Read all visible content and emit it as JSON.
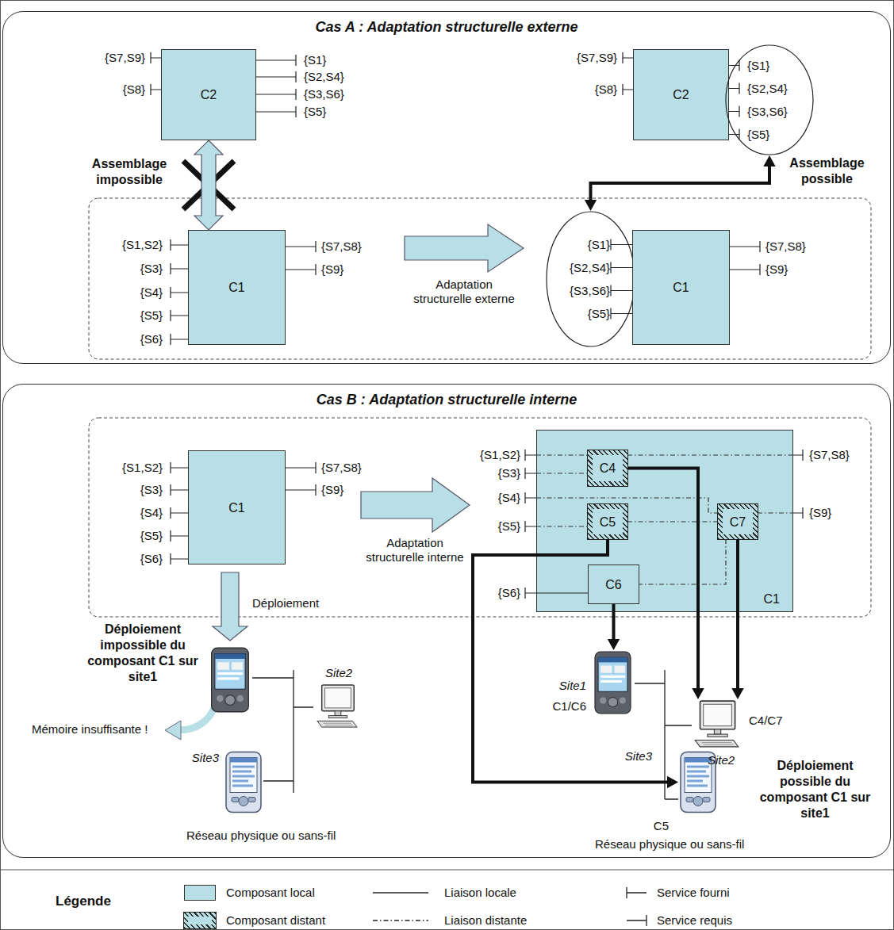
{
  "diagram": {
    "nodes": [
      {
        "text": [
          "Cas A : Adaptation structurelle externe"
        ]
      },
      {
        "text": [
          "C2"
        ],
        "in": 0
      },
      {
        "text": [
          "C2"
        ],
        "in": 0
      },
      {
        "text": [
          "{S1}",
          "{S2,S4}",
          "{S3,S6}",
          "{S5}"
        ],
        "in": 0
      },
      {
        "text": [
          "C1"
        ],
        "in": 0
      },
      {
        "text": [
          "{S1}",
          "{S2,S4}",
          "{S3,S6}",
          "{S5}"
        ],
        "in": 0
      },
      {
        "text": [
          "C1"
        ],
        "in": 0
      },
      {
        "text": [
          "Cas B : Adaptation structurelle interne"
        ]
      },
      {
        "text": [
          "C1"
        ],
        "in": 7
      },
      {
        "text": [
          "C1"
        ],
        "in": 7
      },
      {
        "text": [
          "C4"
        ],
        "in": 9
      },
      {
        "text": [
          "C5"
        ],
        "in": 9
      },
      {
        "text": [
          "C7"
        ],
        "in": 9
      },
      {
        "text": [
          "C6"
        ],
        "in": 9
      },
      {
        "text": [
          "Site2"
        ],
        "in": 7
      },
      {
        "text": [
          "Site3"
        ],
        "in": 7
      },
      {
        "text": [
          "Site1",
          "C1/C6"
        ],
        "in": 7
      },
      {
        "text": [
          "C4/C7",
          "Site2"
        ],
        "in": 7
      },
      {
        "text": [
          "Site3",
          "C5"
        ],
        "in": 7
      }
    ],
    "edges": [
      {
        "from": 1,
        "to": 4,
        "arrow": "both"
      },
      {
        "from": 5,
        "to": 3,
        "arrow": "both"
      },
      {
        "from": 10,
        "to": 17,
        "arrow": "to"
      },
      {
        "from": 12,
        "to": 17,
        "arrow": "to"
      },
      {
        "from": 11,
        "to": 18,
        "arrow": "to"
      },
      {
        "from": 13,
        "to": 16,
        "arrow": "to"
      },
      {
        "from": 11,
        "to": 12,
        "arrow": "none"
      },
      {
        "from": 12,
        "to": 13,
        "arrow": "none"
      }
    ],
    "labels": [
      "{S7,S9}",
      "{S8}",
      "{S1}",
      "{S2,S4}",
      "{S3,S6}",
      "{S5}",
      "Assemblage impossible",
      "{S7,S9}",
      "{S8}",
      "Assemblage possible",
      "{S1,S2}",
      "{S3}",
      "{S4}",
      "{S5}",
      "{S6}",
      "{S7,S8}",
      "{S9}",
      "Adaptation structurelle externe",
      "{S7,S8}",
      "{S9}",
      "{S1,S2}",
      "{S3}",
      "{S4}",
      "{S5}",
      "{S6}",
      "{S7,S8}",
      "{S9}",
      "Adaptation structurelle interne",
      "{S1,S2}",
      "{S3}",
      "{S4}",
      "{S5}",
      "{S6}",
      "{S7,S8}",
      "{S9}",
      "Déploiement",
      "Déploiement impossible du composant C1 sur site1",
      "Mémoire insuffisante !",
      "Réseau physique ou sans-fil",
      "Déploiement possible du composant C1 sur site1",
      "Réseau physique ou sans-fil",
      "Légende"
    ],
    "legend": [
      {
        "text": "Composant local",
        "color": "#b9dfe6"
      },
      {
        "text": "Composant distant"
      },
      {
        "text": "Liaison locale"
      },
      {
        "text": "Liaison distante"
      },
      {
        "text": "Service fourni"
      },
      {
        "text": "Service requis"
      }
    ]
  }
}
